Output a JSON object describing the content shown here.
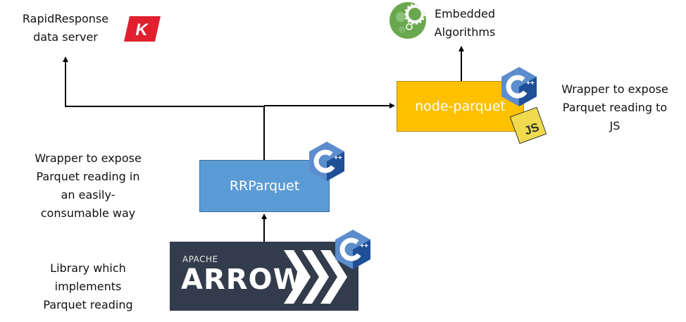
{
  "nodes": {
    "rapidresponse": {
      "label": "RapidResponse\ndata server",
      "logo": "kinaxis-k-logo-icon"
    },
    "embedded": {
      "label": "Embedded\nAlgorithms",
      "logo": "gears-icon"
    },
    "node_parquet": {
      "label": "node-parquet",
      "badges": [
        "cpp-logo-icon",
        "js-logo-icon"
      ],
      "color": "#ffc000"
    },
    "rrparquet": {
      "label": "RRParquet",
      "badges": [
        "cpp-logo-icon"
      ],
      "color": "#5b9bd5"
    },
    "arrow": {
      "apache": "APACHE",
      "name": "ARROW",
      "badges": [
        "cpp-logo-icon"
      ],
      "color": "#323c4c"
    }
  },
  "annotations": {
    "node_parquet_desc": "Wrapper to expose\nParquet reading to\nJS",
    "rrparquet_desc": "Wrapper to expose\nParquet reading in\nan easily-\nconsumable way",
    "arrow_desc": "Library which\nimplements\nParquet reading"
  },
  "badges": {
    "cpp": "++",
    "js": "JS",
    "k": "K"
  },
  "edges": [
    {
      "from": "arrow",
      "to": "rrparquet"
    },
    {
      "from": "rrparquet",
      "to": "rapidresponse"
    },
    {
      "from": "rrparquet",
      "to": "node_parquet"
    },
    {
      "from": "node_parquet",
      "to": "embedded"
    }
  ]
}
